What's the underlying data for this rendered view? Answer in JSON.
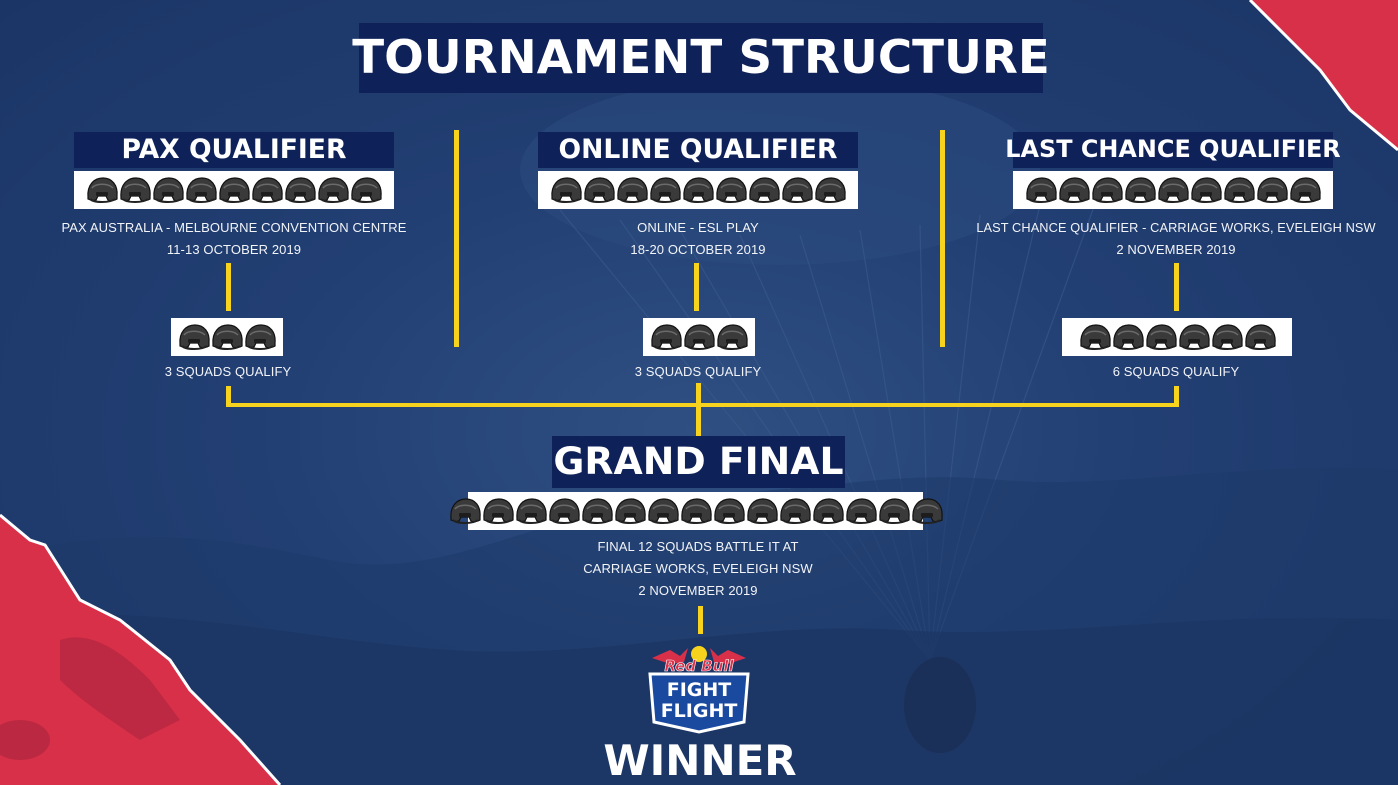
{
  "title": "TOURNAMENT STRUCTURE",
  "qualifiers": [
    {
      "name": "PAX QUALIFIER",
      "helmet_count": 9,
      "venue": "PAX AUSTRALIA - MELBOURNE CONVENTION CENTRE",
      "date": "11-13 OCTOBER 2019",
      "qualify_count": 3,
      "qualify_label": "3 SQUADS QUALIFY"
    },
    {
      "name": "ONLINE QUALIFIER",
      "helmet_count": 9,
      "venue": "ONLINE - ESL PLAY",
      "date": "18-20 OCTOBER 2019",
      "qualify_count": 3,
      "qualify_label": "3 SQUADS QUALIFY"
    },
    {
      "name": "LAST CHANCE QUALIFIER",
      "helmet_count": 9,
      "venue": "LAST CHANCE QUALIFIER - CARRIAGE WORKS, EVELEIGH NSW",
      "date": "2 NOVEMBER 2019",
      "qualify_count": 6,
      "qualify_label": "6 SQUADS QUALIFY"
    }
  ],
  "grand_final": {
    "name": "GRAND FINAL",
    "helmet_count": 15,
    "line1": "FINAL 12 SQUADS BATTLE IT AT",
    "line2": "CARRIAGE WORKS, EVELEIGH NSW",
    "line3": "2 NOVEMBER 2019"
  },
  "logo": {
    "line1": "Red Bull",
    "line2": "FIGHT",
    "line3": "FLIGHT"
  },
  "winner": "WINNER",
  "colors": {
    "background": "#223f73",
    "title_box": "#0f2159",
    "connector": "#f7d31e",
    "accent_red": "#d9304a"
  }
}
